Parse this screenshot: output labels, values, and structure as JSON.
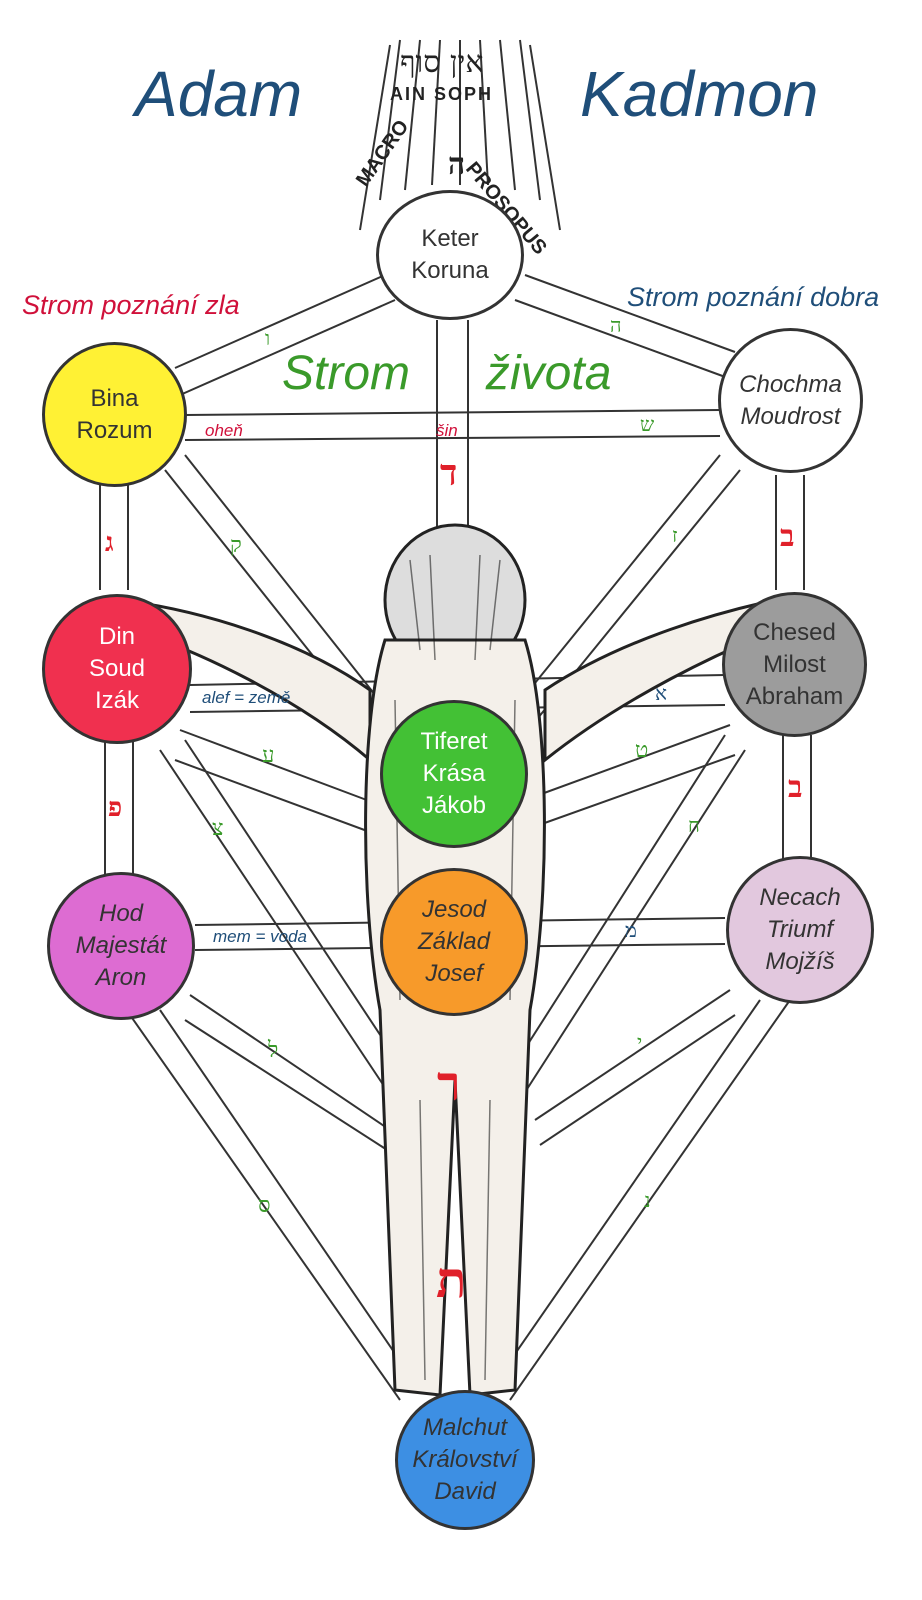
{
  "header": {
    "left": "Adam",
    "right": "Kadmon"
  },
  "ain_soph": {
    "hebrew": "אין סוף",
    "latin": "AIN SOPH",
    "heh": "ה",
    "arc_left": "MACRO",
    "arc_right": "PROSOPUS"
  },
  "labels": {
    "tree_evil": "Strom poznání zla",
    "tree_good": "Strom poznání dobra",
    "tree_life_1": "Strom",
    "tree_life_2": "života"
  },
  "colors": {
    "title_blue": "#1f4e79",
    "evil_red": "#d0103a",
    "life_green": "#3a9a2a",
    "hebrew_red": "#e0202a"
  },
  "sephirot": {
    "keter": {
      "lines": [
        "Keter",
        "Koruna"
      ],
      "fill": "#ffffff"
    },
    "chochma": {
      "lines": [
        "Chochma",
        "Moudrost"
      ],
      "fill": "#ffffff"
    },
    "bina": {
      "lines": [
        "Bina",
        "Rozum"
      ],
      "fill": "#fff134"
    },
    "chesed": {
      "lines": [
        "Chesed",
        "Milost",
        "Abraham"
      ],
      "fill": "#9c9c9c"
    },
    "din": {
      "lines": [
        "Din",
        "Soud",
        "Izák"
      ],
      "fill": "#f0304f"
    },
    "tiferet": {
      "lines": [
        "Tiferet",
        "Krása",
        "Jákob"
      ],
      "fill": "#43c135"
    },
    "necach": {
      "lines": [
        "Necach",
        "Triumf",
        "Mojžíš"
      ],
      "fill": "#e2c8de"
    },
    "hod": {
      "lines": [
        "Hod",
        "Majestát",
        "Aron"
      ],
      "fill": "#dd6cd2"
    },
    "jesod": {
      "lines": [
        "Jesod",
        "Základ",
        "Josef"
      ],
      "fill": "#f79a2a"
    },
    "malchut": {
      "lines": [
        "Malchut",
        "Království",
        "David"
      ],
      "fill": "#3d8fe3"
    }
  },
  "path_labels": {
    "ohen": "oheň",
    "sin": "šin",
    "alef_zeme": "alef = země",
    "mem_voda": "mem = voda"
  },
  "hebrew_letters": {
    "keter_chochma": "ה",
    "keter_bina": "ו",
    "shin_green": "ש",
    "dalet": "ד",
    "bet": "ב",
    "gimel": "ג",
    "zayin": "ז",
    "yod": "י",
    "kaf": "ק",
    "alef": "א",
    "ayin": "ע",
    "tet": "ט",
    "pe": "פ",
    "tsade": "צ",
    "chet": "ח",
    "mem": "מ",
    "lamed": "ל",
    "yod2": "י",
    "samech": "ס",
    "nun": "נ",
    "resh": "ר",
    "tav": "ת"
  }
}
